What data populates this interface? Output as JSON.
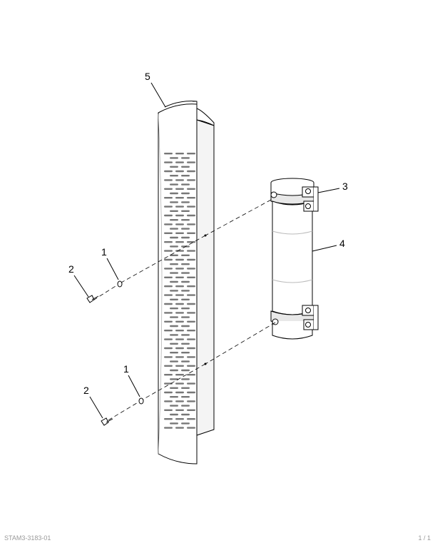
{
  "diagram": {
    "callouts": [
      {
        "id": "c5",
        "label": "5"
      },
      {
        "id": "c3",
        "label": "3"
      },
      {
        "id": "c4",
        "label": "4"
      },
      {
        "id": "c1a",
        "label": "1"
      },
      {
        "id": "c2a",
        "label": "2"
      },
      {
        "id": "c1b",
        "label": "1"
      },
      {
        "id": "c2b",
        "label": "2"
      }
    ]
  },
  "footer": {
    "left_code": "STAM3-3183-01",
    "right_code": "1 / 1"
  },
  "colors": {
    "line": "#000000",
    "fill": "#ffffff",
    "shade": "#e4e4e4",
    "slot": "#777777"
  }
}
